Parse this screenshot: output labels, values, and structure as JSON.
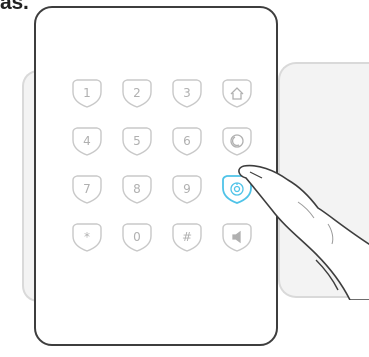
{
  "caption": "as.",
  "keypad": {
    "rows": [
      [
        {
          "label": "1",
          "icon": null
        },
        {
          "label": "2",
          "icon": null
        },
        {
          "label": "3",
          "icon": null
        },
        {
          "label": "",
          "icon": "home-icon"
        }
      ],
      [
        {
          "label": "4",
          "icon": null
        },
        {
          "label": "5",
          "icon": null
        },
        {
          "label": "6",
          "icon": null
        },
        {
          "label": "",
          "icon": "moon-icon"
        }
      ],
      [
        {
          "label": "7",
          "icon": null
        },
        {
          "label": "8",
          "icon": null
        },
        {
          "label": "9",
          "icon": null
        },
        {
          "label": "",
          "icon": "away-icon",
          "highlighted": true
        }
      ],
      [
        {
          "label": "*",
          "icon": null
        },
        {
          "label": "0",
          "icon": null
        },
        {
          "label": "#",
          "icon": null
        },
        {
          "label": "",
          "icon": "speaker-icon"
        }
      ]
    ]
  },
  "colors": {
    "key_outline": "#c8c8c8",
    "key_text": "#b0b0b0",
    "highlight": "#4fc3e8",
    "device_outline": "#3d3d3d",
    "wall": "#d9d9d9"
  }
}
